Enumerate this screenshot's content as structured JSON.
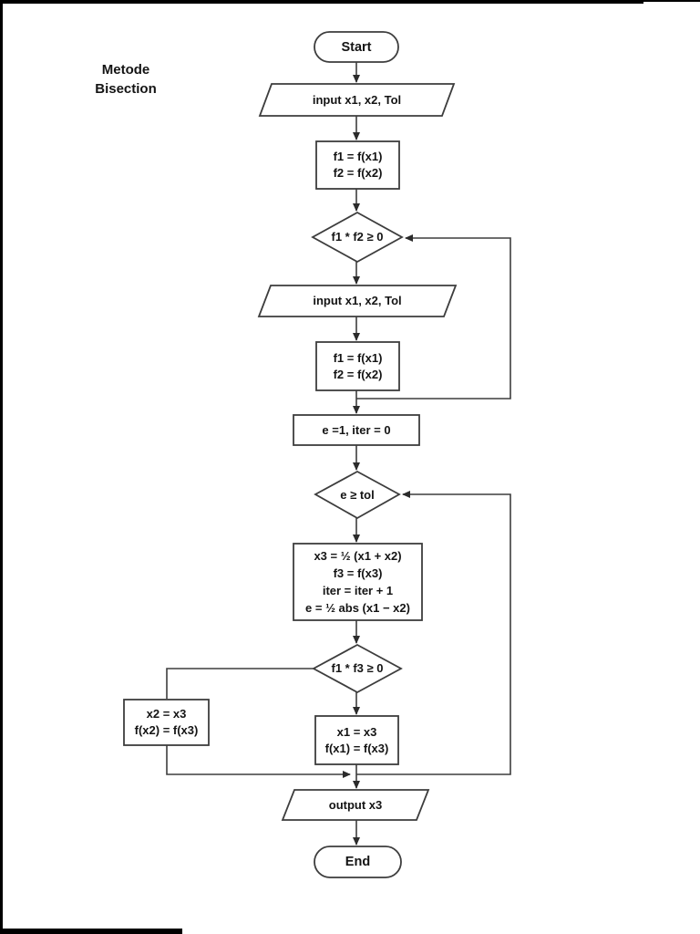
{
  "page": {
    "title_line1": "Metode",
    "title_line2": "Bisection"
  },
  "colors": {
    "shape_stroke": "#3d3d3d",
    "text": "#141414",
    "background": "#ffffff",
    "scan_edge": "#000000"
  },
  "flowchart": {
    "nodes": {
      "start": {
        "type": "terminator",
        "label": "Start"
      },
      "input1": {
        "type": "io",
        "label": "input x1, x2, Tol"
      },
      "calc1": {
        "type": "process",
        "line1": "f1 = f(x1)",
        "line2": "f2 = f(x2)"
      },
      "decision1": {
        "type": "decision",
        "label": "f1 * f2 ≥ 0"
      },
      "input2": {
        "type": "io",
        "label": "input x1, x2, Tol"
      },
      "calc2": {
        "type": "process",
        "line1": "f1 = f(x1)",
        "line2": "f2 = f(x2)"
      },
      "init": {
        "type": "process",
        "label": "e =1, iter = 0"
      },
      "decision2": {
        "type": "decision",
        "label": "e ≥ tol"
      },
      "iterate": {
        "type": "process",
        "line1": "x3 = ½ (x1 + x2)",
        "line2": "f3 = f(x3)",
        "line3": "iter = iter + 1",
        "line4": "e = ½ abs (x1 − x2)"
      },
      "decision3": {
        "type": "decision",
        "label": "f1 * f3 ≥ 0"
      },
      "update_x2": {
        "type": "process",
        "line1": "x2 = x3",
        "line2": "f(x2) = f(x3)"
      },
      "update_x1": {
        "type": "process",
        "line1": "x1 = x3",
        "line2": "f(x1) = f(x3)"
      },
      "output": {
        "type": "io",
        "label": "output x3"
      },
      "end": {
        "type": "terminator",
        "label": "End"
      }
    }
  }
}
